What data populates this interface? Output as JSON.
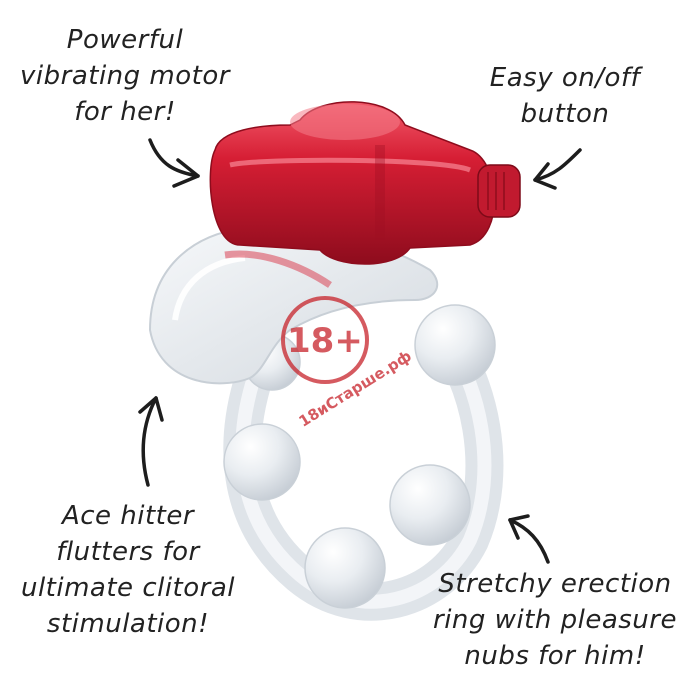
{
  "annotations": {
    "top_left": [
      "Powerful",
      "vibrating motor",
      "for her!"
    ],
    "top_right": [
      "Easy on/off",
      "button"
    ],
    "bottom_left": [
      "Ace hitter",
      "flutters for",
      "ultimate clitoral",
      "stimulation!"
    ],
    "bottom_right": [
      "Stretchy erection",
      "ring with pleasure",
      "nubs for him!"
    ]
  },
  "watermark": {
    "age": "18+",
    "site": "18иСтарше.рф",
    "color": "#c7242b"
  },
  "colors": {
    "bullet": "#d21f35",
    "bullet_shadow": "#9e0f22",
    "clear_plastic": "#eef1f4",
    "arrow": "#1d1d1d"
  }
}
